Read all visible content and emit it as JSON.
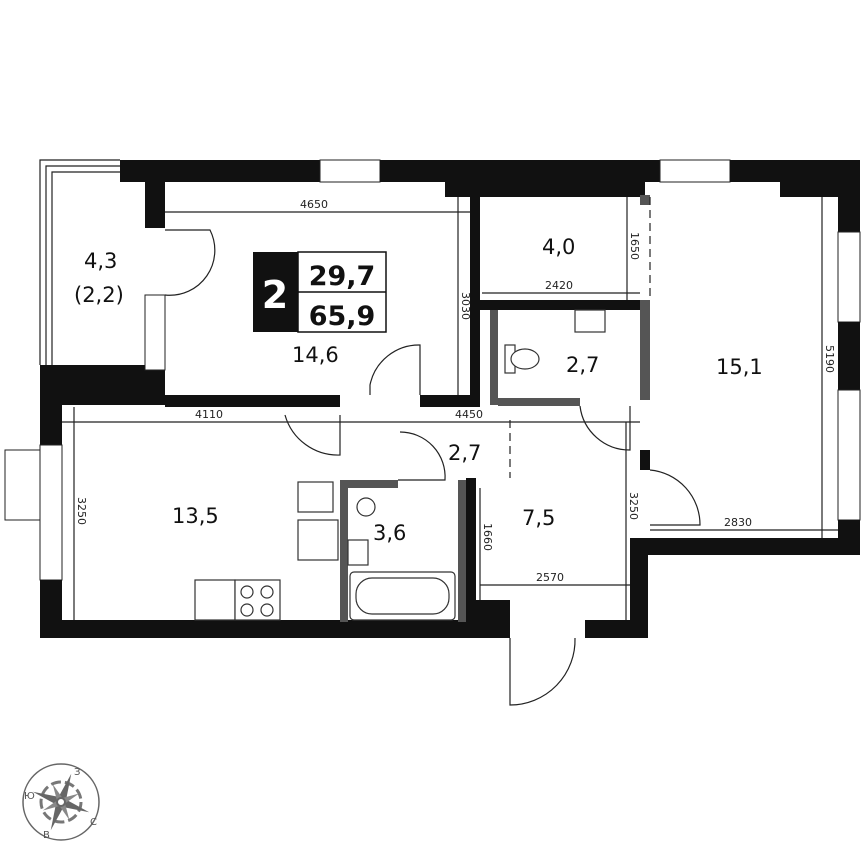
{
  "badge": {
    "rooms": "2",
    "living_area": "29,7",
    "total_area": "65,9"
  },
  "rooms": [
    {
      "name": "balcony",
      "area": "4,3",
      "area_secondary": "(2,2)"
    },
    {
      "name": "living-room",
      "area": "14,6"
    },
    {
      "name": "storage",
      "area": "4,0"
    },
    {
      "name": "toilet",
      "area": "2,7"
    },
    {
      "name": "bedroom",
      "area": "15,1"
    },
    {
      "name": "kitchen",
      "area": "13,5"
    },
    {
      "name": "corridor",
      "area": "2,7"
    },
    {
      "name": "bathroom",
      "area": "3,6"
    },
    {
      "name": "hall",
      "area": "7,5"
    }
  ],
  "dimensions": [
    "4650",
    "3030",
    "1650",
    "2420",
    "5190",
    "4110",
    "4450",
    "3250",
    "1660",
    "2570",
    "3250",
    "2830"
  ],
  "compass": {
    "labels": [
      "З",
      "Ю",
      "С",
      "В"
    ]
  },
  "colors": {
    "walls": "#111111",
    "partitions": "#555555"
  }
}
